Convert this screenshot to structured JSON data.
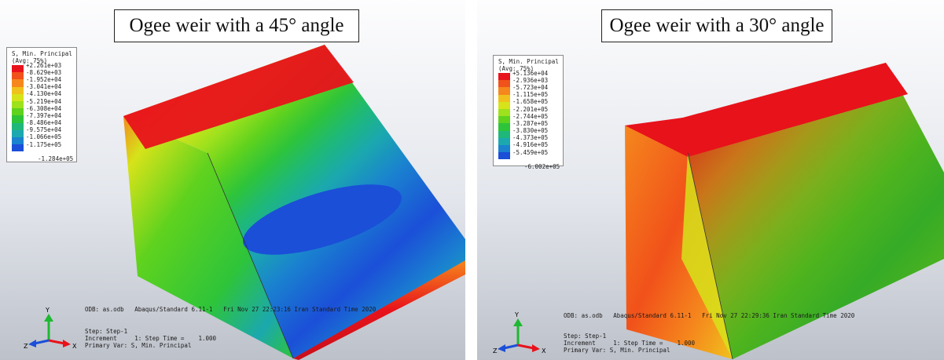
{
  "panels": [
    {
      "title": "Ogee weir with a 45° angle",
      "legend": {
        "heading": "S, Min. Principal",
        "averaging": "(Avg: 75%)",
        "values": [
          "+2.261e+03",
          "-8.629e+03",
          "-1.952e+04",
          "-3.041e+04",
          "-4.130e+04",
          "-5.219e+04",
          "-6.308e+04",
          "-7.397e+04",
          "-8.486e+04",
          "-9.575e+04",
          "-1.066e+05",
          "-1.175e+05",
          "-1.284e+05"
        ],
        "colors": [
          "#e8121b",
          "#f1511a",
          "#f5871d",
          "#f0c11c",
          "#d6e31a",
          "#9ee11d",
          "#5fd21e",
          "#2ec43a",
          "#1eb87a",
          "#1ba8ae",
          "#1a82cf",
          "#1b4fd8"
        ]
      },
      "odb_line": "ODB: as.odb   Abaqus/Standard 6.11-1   Fri Nov 27 22:23:16 Iran Standard Time 2020",
      "step_line": "Step: Step-1",
      "increment_line": "Increment     1: Step Time =    1.000",
      "primary_var_line": "Primary Var: S, Min. Principal",
      "axes": {
        "x": "X",
        "y": "Y",
        "z": "Z"
      }
    },
    {
      "title": "Ogee weir with a 30° angle",
      "legend": {
        "heading": "S, Min. Principal",
        "averaging": "(Avg: 75%)",
        "values": [
          "+5.136e+04",
          "-2.936e+03",
          "-5.723e+04",
          "-1.115e+05",
          "-1.658e+05",
          "-2.201e+05",
          "-2.744e+05",
          "-3.287e+05",
          "-3.830e+05",
          "-4.373e+05",
          "-4.916e+05",
          "-5.459e+05",
          "-6.002e+05"
        ],
        "colors": [
          "#e8121b",
          "#f1511a",
          "#f5871d",
          "#f0c11c",
          "#d6e31a",
          "#9ee11d",
          "#5fd21e",
          "#2ec43a",
          "#1eb87a",
          "#1ba8ae",
          "#1a82cf",
          "#1b4fd8"
        ]
      },
      "odb_line": "ODB: as.odb   Abaqus/Standard 6.11-1   Fri Nov 27 22:29:36 Iran Standard Time 2020",
      "step_line": "Step: Step-1",
      "increment_line": "Increment     1: Step Time =    1.000",
      "primary_var_line": "Primary Var: S, Min. Principal",
      "axes": {
        "x": "X",
        "y": "Y",
        "z": "Z"
      }
    }
  ]
}
